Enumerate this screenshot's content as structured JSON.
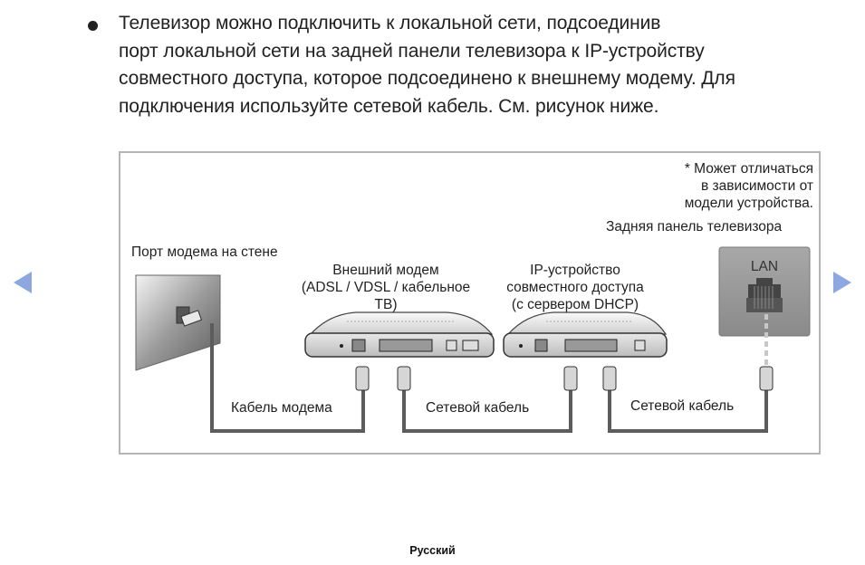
{
  "paragraph": {
    "lines": [
      "Телевизор можно подключить к локальной сети, подсоединив",
      "порт локальной сети на задней панели телевизора к IP-устройству",
      "совместного доступа, которое подсоединено к внешнему модему. Для",
      "подключения используйте сетевой кабель. См. рисунок ниже."
    ]
  },
  "figure": {
    "note_lines": [
      "* Может отличаться",
      "в зависимости от",
      "модели устройства."
    ],
    "tv_back_panel_label": "Задняя панель телевизора",
    "wall_port_label": "Порт модема на стене",
    "modem_label_lines": [
      "Внешний модем",
      "(ADSL / VDSL / кабельное",
      "ТВ)"
    ],
    "router_label_lines": [
      "IP-устройство",
      "совместного доступа",
      "(с сервером DHCP)"
    ],
    "lan_port_label": "LAN",
    "cable_labels": [
      "Кабель модема",
      "Сетевой кабель",
      "Сетевой кабель"
    ]
  },
  "navigation": {
    "prev_icon": "triangle-left-icon",
    "next_icon": "triangle-right-icon",
    "accent_color": "#8fa7e0"
  },
  "footer": {
    "language": "Русский"
  }
}
